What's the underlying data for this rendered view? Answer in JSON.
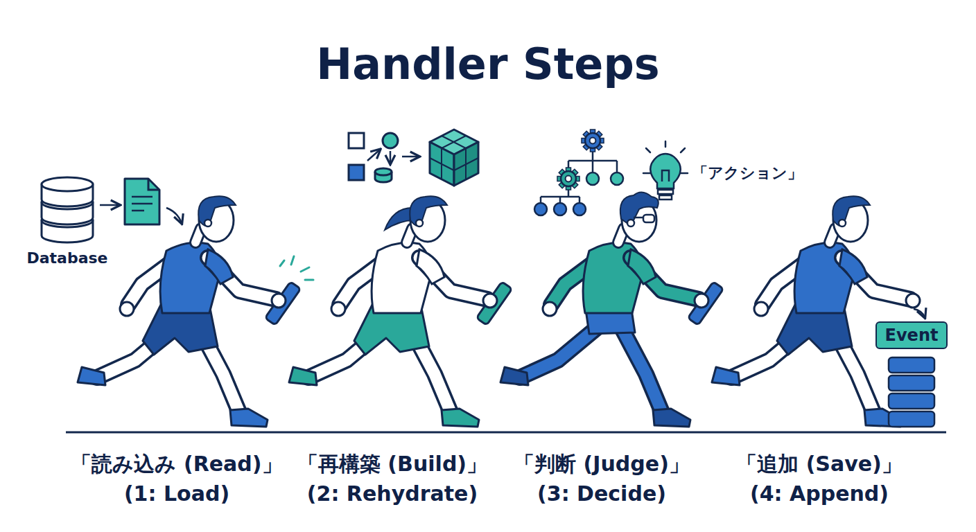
{
  "diagram": {
    "title": "Handler Steps",
    "nodes": [
      {
        "text": [
          "Event"
        ]
      }
    ],
    "labels": [
      "Database",
      "「アクション」",
      "「読み込み (Read)」",
      "(1: Load)",
      "「再構築 (Build)」",
      "(2: Rehydrate)",
      "「判断 (Judge)」",
      "(3: Decide)",
      "「追加 (Save)」",
      "(4: Append)"
    ]
  }
}
